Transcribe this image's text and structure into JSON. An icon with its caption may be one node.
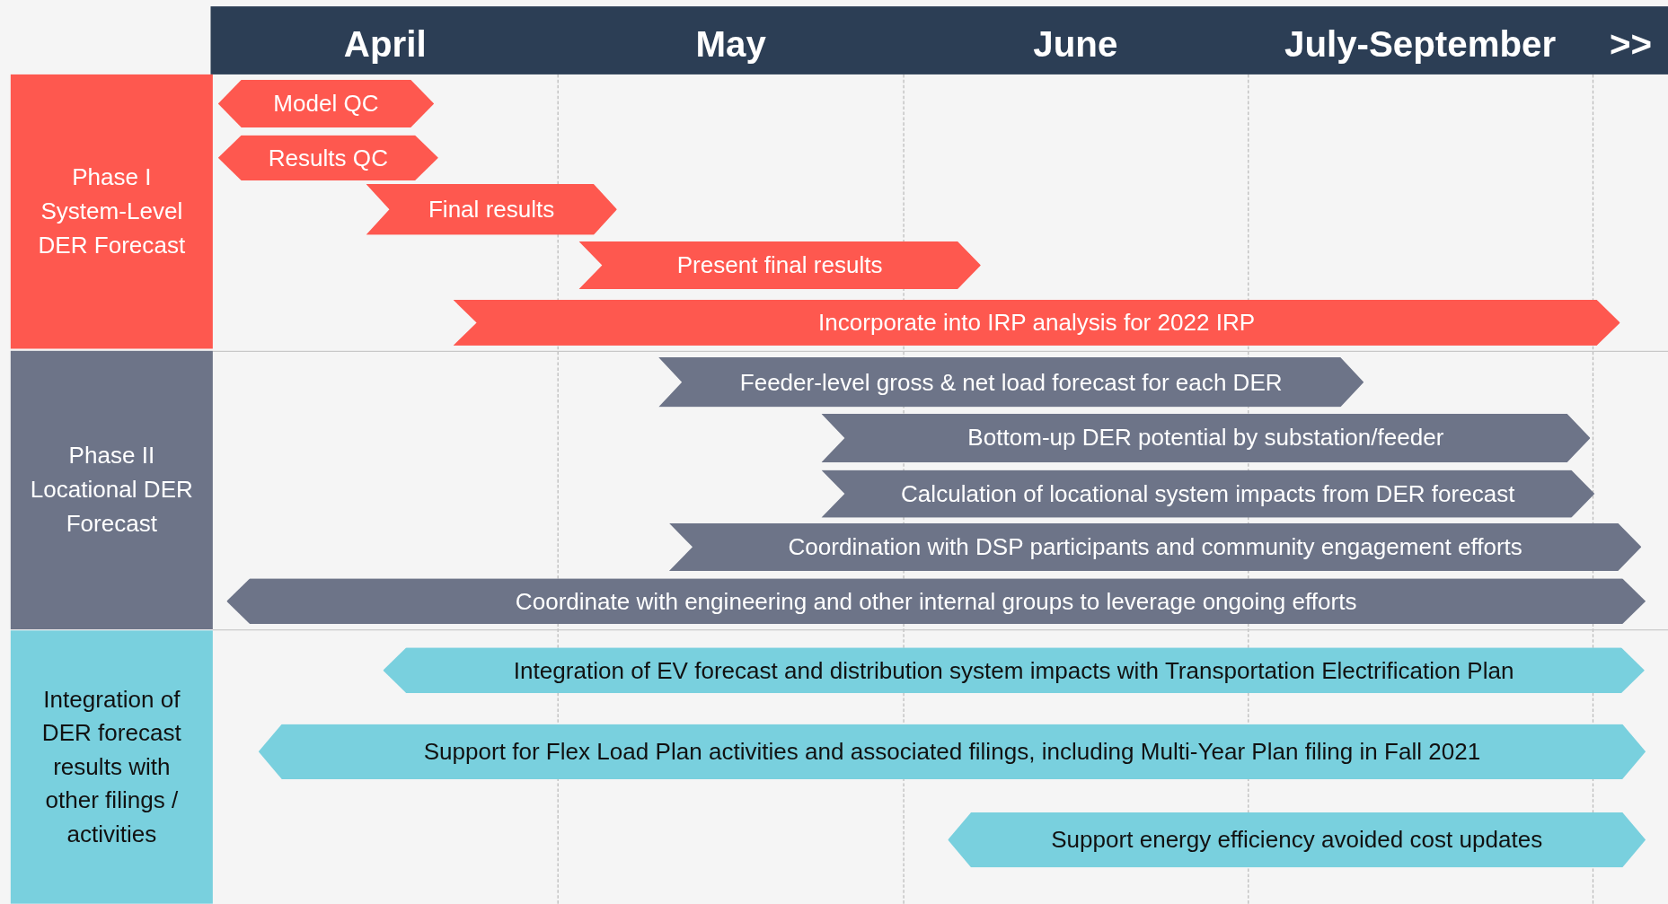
{
  "diagram": {
    "nodes": [
      {
        "text": [
          "Phase I System-Level DER Forecast"
        ]
      },
      {
        "text": [
          "Model QC"
        ]
      },
      {
        "text": [
          "Results QC"
        ]
      },
      {
        "text": [
          "Final results"
        ]
      },
      {
        "text": [
          "Present final results"
        ]
      },
      {
        "text": [
          "Incorporate into IRP analysis for 2022 IRP"
        ]
      },
      {
        "text": [
          "Phase II Locational DER Forecast"
        ]
      },
      {
        "text": [
          "Feeder-level gross & net load forecast for each DER"
        ]
      },
      {
        "text": [
          "Bottom-up DER potential by substation/feeder"
        ]
      },
      {
        "text": [
          "Calculation of locational system impacts from DER forecast"
        ]
      },
      {
        "text": [
          "Coordination with DSP participants and community engagement efforts"
        ]
      },
      {
        "text": [
          "Coordinate with engineering and other internal groups to leverage ongoing efforts"
        ]
      },
      {
        "text": [
          "Integration of DER forecast results with other filings / activities"
        ]
      },
      {
        "text": [
          "Integration of EV forecast and distribution system impacts with Transportation Electrification Plan"
        ]
      },
      {
        "text": [
          "Support for Flex Load Plan activities and associated filings, including Multi-Year Plan filing in Fall 2021"
        ]
      },
      {
        "text": [
          "Support energy efficiency avoided cost updates"
        ]
      }
    ],
    "edges": [],
    "labels": [
      "April",
      "May",
      "June",
      "July-September",
      ">>"
    ]
  }
}
